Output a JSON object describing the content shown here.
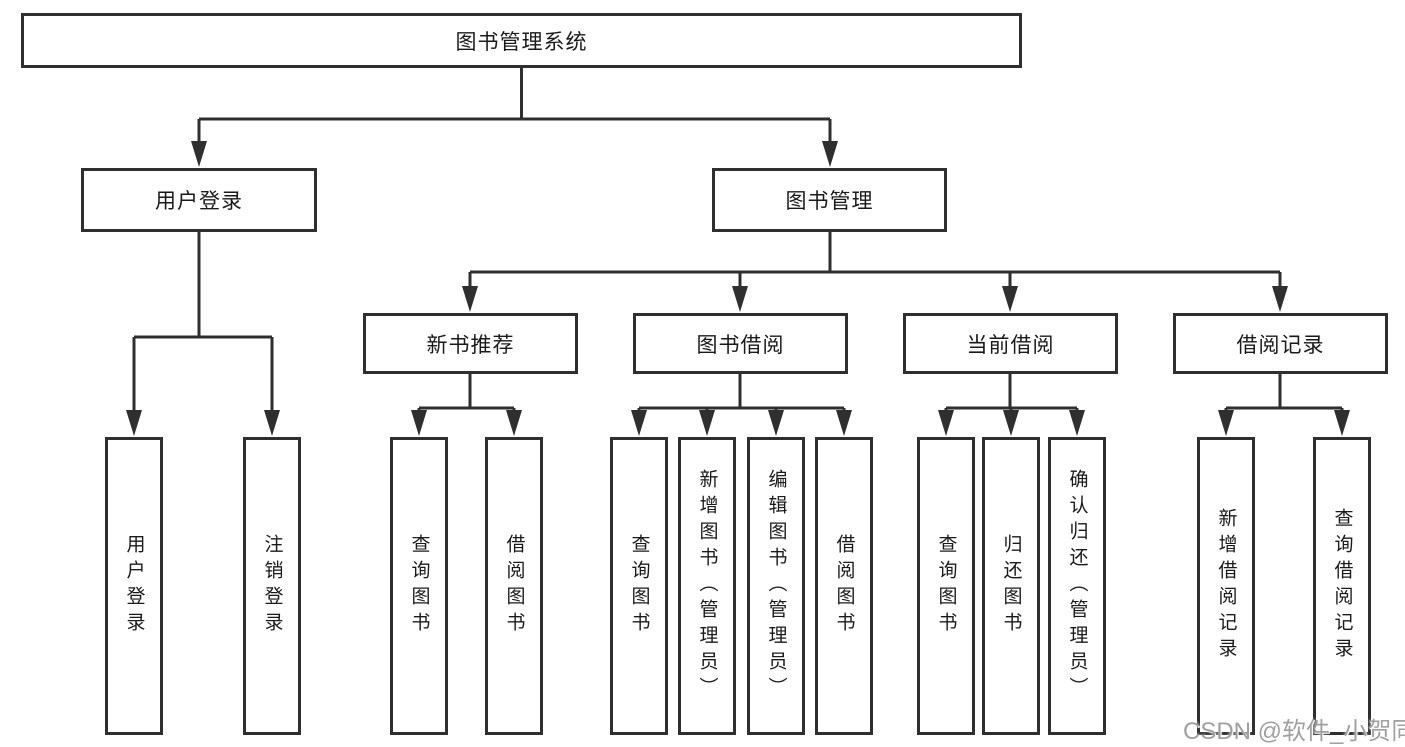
{
  "title": "图书管理系统",
  "colors": {
    "line": "#2f2f2f",
    "box_border": "#2f2f2f",
    "text": "#1a1a1a",
    "watermark": "#a0a0a0",
    "background": "#ffffff"
  },
  "level2": [
    {
      "label": "用户登录"
    },
    {
      "label": "图书管理"
    }
  ],
  "level3": [
    {
      "label": "新书推荐"
    },
    {
      "label": "图书借阅"
    },
    {
      "label": "当前借阅"
    },
    {
      "label": "借阅记录"
    }
  ],
  "leaves": {
    "login": [
      "用户登录",
      "注销登录"
    ],
    "newbook": [
      "查询图书",
      "借阅图书"
    ],
    "borrow": [
      "查询图书",
      "新增图书（管理员）",
      "编辑图书（管理员）",
      "借阅图书"
    ],
    "current": [
      "查询图书",
      "归还图书",
      "确认归还（管理员）"
    ],
    "records": [
      "新增借阅记录",
      "查询借阅记录"
    ]
  },
  "watermark": "CSDN @软件_小贺同学"
}
